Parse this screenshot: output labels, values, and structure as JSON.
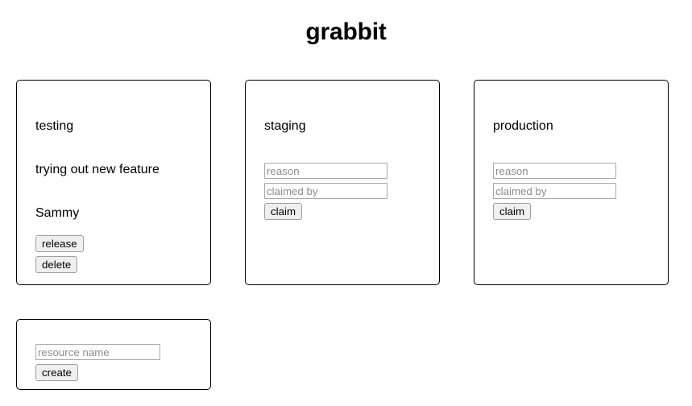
{
  "app": {
    "title": "grabbit"
  },
  "resources": [
    {
      "name": "testing",
      "claimed": true,
      "reason": "trying out new feature",
      "claimed_by": "Sammy",
      "release_label": "release",
      "delete_label": "delete"
    },
    {
      "name": "staging",
      "claimed": false,
      "reason_placeholder": "reason",
      "claimed_by_placeholder": "claimed by",
      "claim_label": "claim",
      "reason_value": "",
      "claimed_by_value": ""
    },
    {
      "name": "production",
      "claimed": false,
      "reason_placeholder": "reason",
      "claimed_by_placeholder": "claimed by",
      "claim_label": "claim",
      "reason_value": "",
      "claimed_by_value": ""
    }
  ],
  "create_form": {
    "resource_name_placeholder": "resource name",
    "resource_name_value": "",
    "create_label": "create"
  },
  "colors": {
    "page_background": "#ffffff",
    "text": "#000000",
    "card_border": "#000000",
    "input_border": "#a9a9a9",
    "placeholder_text": "#8c8c8c",
    "button_background": "#efefef",
    "button_border": "#9e9e9e"
  }
}
